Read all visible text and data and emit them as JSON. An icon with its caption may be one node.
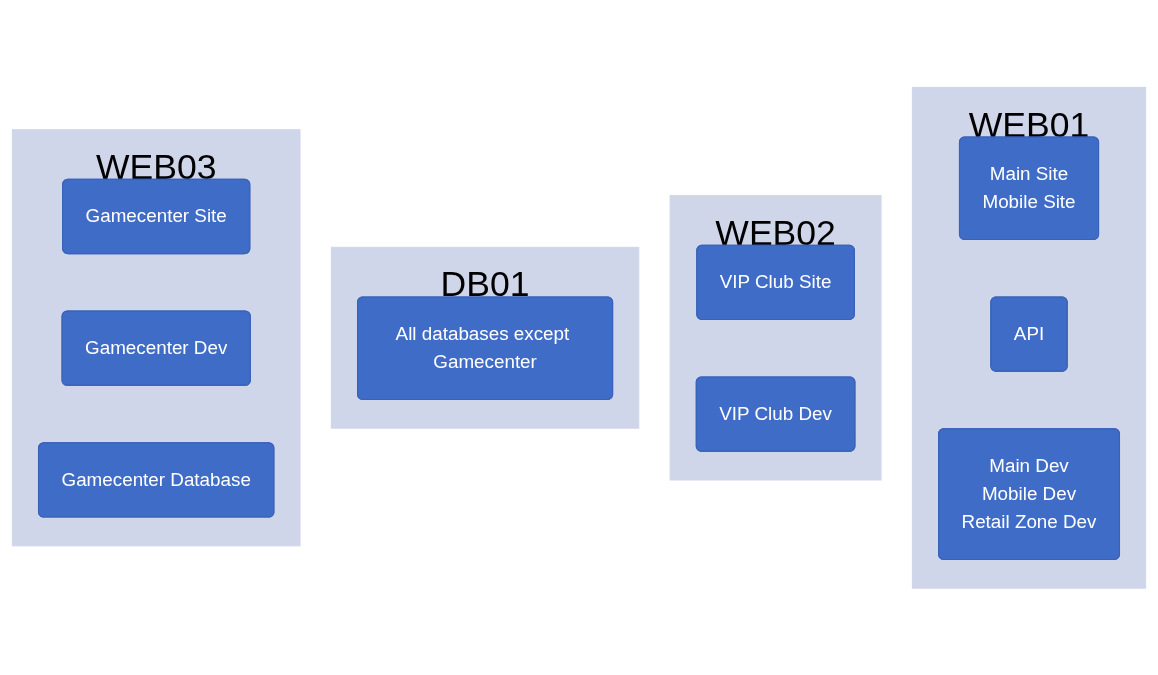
{
  "diagram": {
    "nodes": [
      {
        "text": [
          "WEB01"
        ]
      },
      {
        "text": [
          "Main Site",
          "Mobile Site"
        ],
        "in": 0
      },
      {
        "text": [
          "API"
        ],
        "in": 0
      },
      {
        "text": [
          "Main Dev",
          "Mobile Dev",
          "Retail Zone Dev"
        ],
        "in": 0
      },
      {
        "text": [
          "WEB02"
        ]
      },
      {
        "text": [
          "VIP Club Site"
        ],
        "in": 4
      },
      {
        "text": [
          "VIP Club Dev"
        ],
        "in": 4
      },
      {
        "text": [
          "DB01"
        ]
      },
      {
        "text": [
          "All databases except Gamecenter"
        ],
        "in": 7
      },
      {
        "text": [
          "WEB03"
        ]
      },
      {
        "text": [
          "Gamecenter Site"
        ],
        "in": 9
      },
      {
        "text": [
          "Gamecenter Dev"
        ],
        "in": 9
      },
      {
        "text": [
          "Gamecenter Database"
        ],
        "in": 9
      }
    ]
  }
}
